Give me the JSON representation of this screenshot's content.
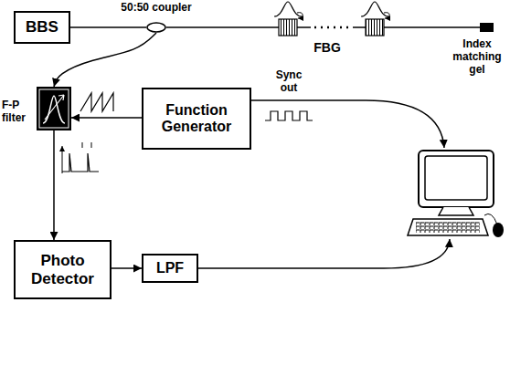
{
  "diagram": {
    "nodes": [
      {
        "text": [
          "BBS"
        ]
      },
      {
        "text": [
          "50:50 coupler"
        ]
      },
      {
        "text": [
          "F-P filter"
        ]
      },
      {
        "text": [
          "Function Generator"
        ]
      },
      {
        "text": [
          "Photo Detector"
        ]
      },
      {
        "text": [
          "LPF"
        ]
      }
    ],
    "edges": [
      {
        "from": 0,
        "to": 1,
        "arrow": "none"
      },
      {
        "from": 1,
        "to": 2,
        "arrow": "to"
      },
      {
        "from": 3,
        "to": 2,
        "arrow": "to"
      },
      {
        "from": 2,
        "to": 4,
        "arrow": "to"
      },
      {
        "from": 4,
        "to": 5,
        "arrow": "to"
      }
    ],
    "labels": [
      "FBG",
      "Index matching gel",
      "Sync out"
    ]
  }
}
